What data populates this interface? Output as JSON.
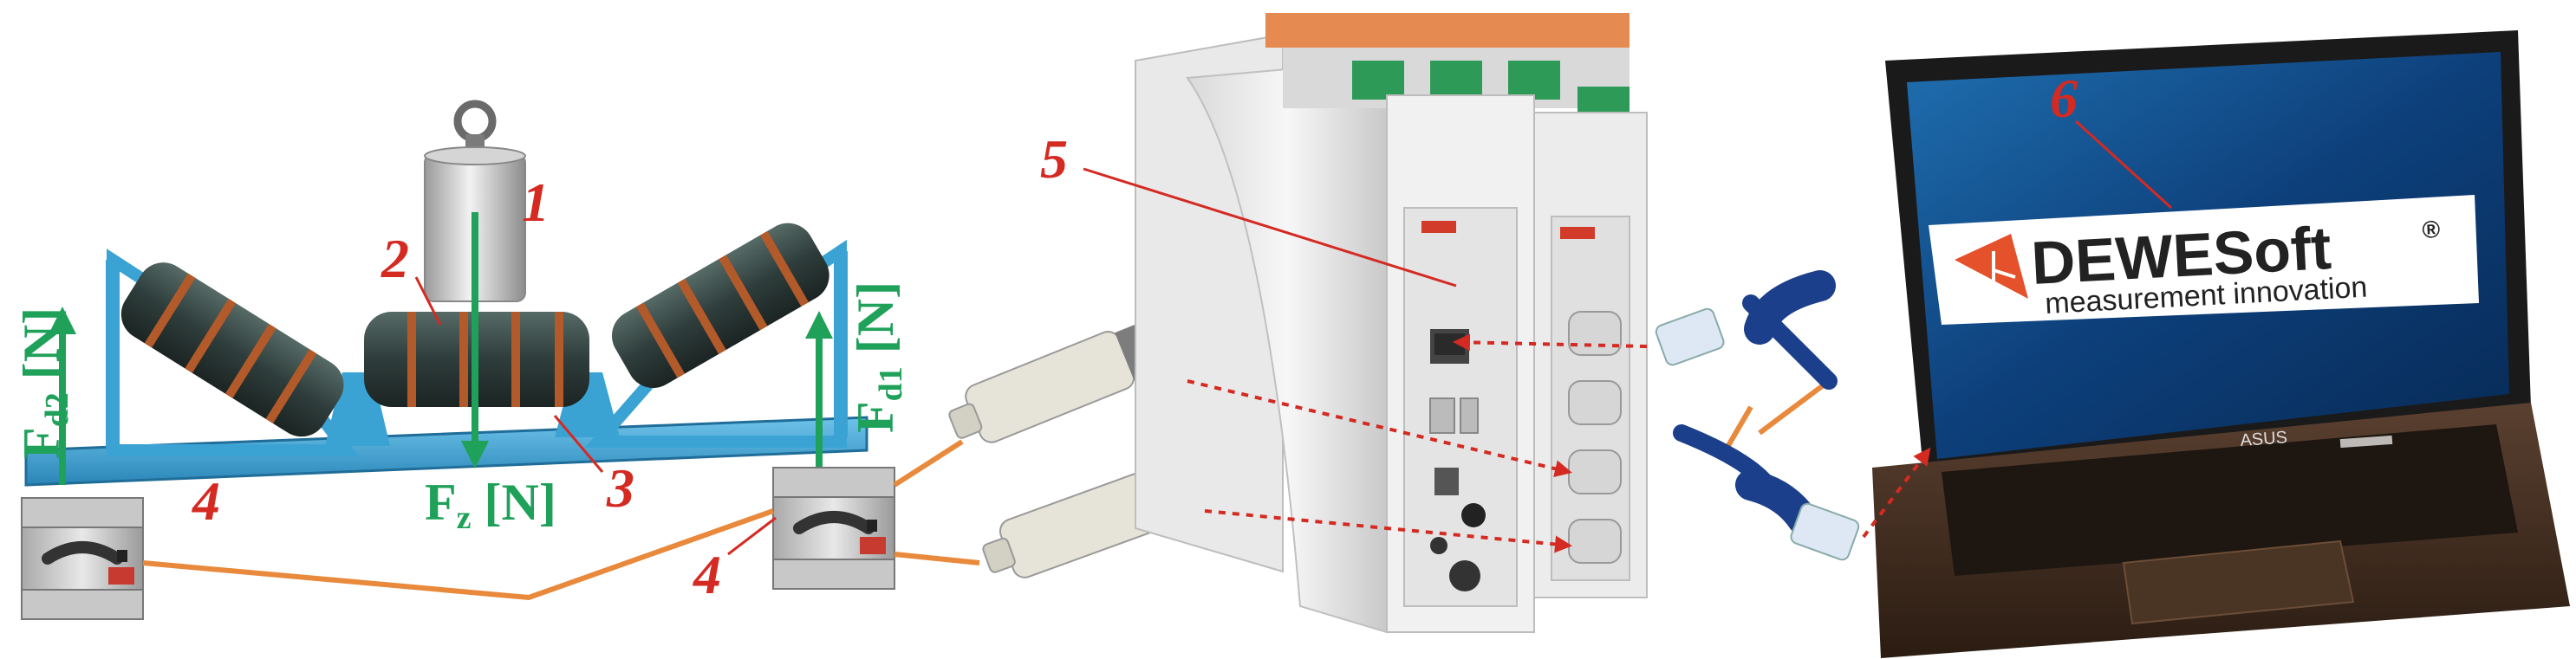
{
  "labels": {
    "n1": "1",
    "n2": "2",
    "n3": "3",
    "n4a": "4",
    "n4b": "4",
    "n5": "5",
    "n6": "6"
  },
  "forces": {
    "fz_main": "F",
    "fz_sub": "z",
    "fz_unit": " [N]",
    "fd2_main": "F",
    "fd2_sub": "d2",
    "fd2_unit": " [N]",
    "fd1_main": "F",
    "fd1_sub": "d1",
    "fd1_unit": " [N]"
  },
  "laptop": {
    "brand_main": "DEWESoft",
    "brand_reg": "®",
    "tagline": "measurement innovation",
    "maker": "ASUS"
  },
  "colors": {
    "force_arrow": "#1fa15a",
    "callout": "#d42a22",
    "cable": "#e8893c",
    "frame": "#3aa3d4"
  }
}
